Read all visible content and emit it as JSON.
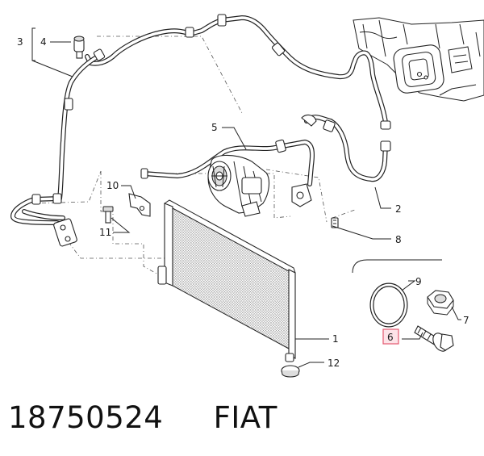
{
  "callouts": {
    "c1": "1",
    "c2": "2",
    "c3": "3",
    "c4": "4",
    "c5": "5",
    "c6": "6",
    "c7": "7",
    "c8": "8",
    "c9": "9",
    "c10": "10",
    "c11": "11",
    "c12": "12"
  },
  "highlighted_callout": "6",
  "colors": {
    "highlight_border": "#e35a70",
    "highlight_fill": "#fde3e8",
    "line": "#222222"
  },
  "caption": {
    "part_number": "18750524",
    "brand": "FIAT"
  }
}
